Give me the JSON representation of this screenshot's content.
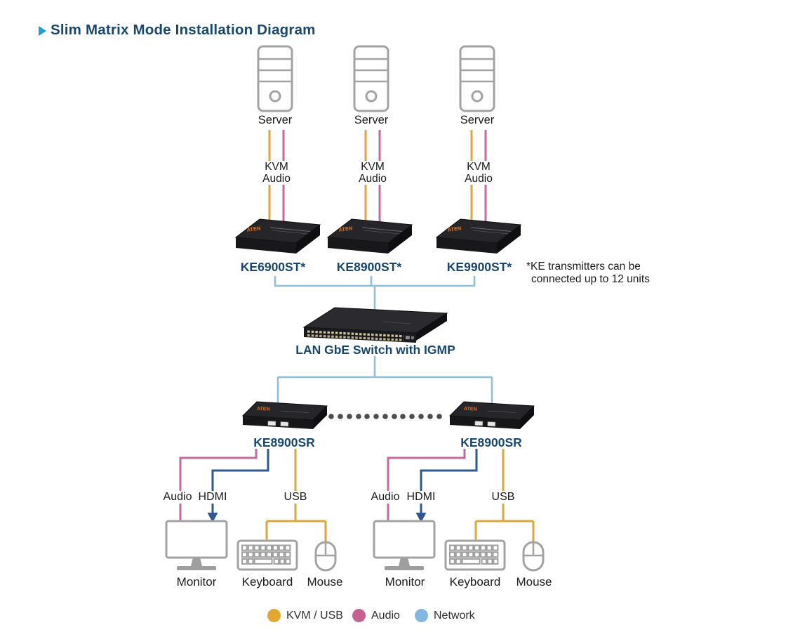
{
  "title": "Slim Matrix Mode Installation Diagram",
  "colors": {
    "kvm": "#DBA63C",
    "audio": "#C4699B",
    "network": "#8FBEDD",
    "hdmi": "#30588E",
    "navy": "#17476F",
    "bullet": "#1E9CD6",
    "legend_kvm": "#E1A72F",
    "legend_audio": "#C5618F",
    "legend_network": "#82B7DF",
    "device_outline": "#A3A3A3",
    "text": "#1A1A1A"
  },
  "servers": [
    {
      "label": "Server"
    },
    {
      "label": "Server"
    },
    {
      "label": "Server"
    }
  ],
  "cable_labels": {
    "kvm": "KVM",
    "audio": "Audio",
    "hdmi": "HDMI",
    "usb": "USB"
  },
  "transmitters": [
    {
      "model": "KE6900ST*"
    },
    {
      "model": "KE8900ST*"
    },
    {
      "model": "KE9900ST*"
    }
  ],
  "note": {
    "line1": "*KE transmitters can be",
    "line2": "connected up to 12 units"
  },
  "switch": {
    "label": "LAN GbE Switch with IGMP"
  },
  "receivers": [
    {
      "model": "KE8900SR"
    },
    {
      "model": "KE8900SR"
    }
  ],
  "peripherals": {
    "monitor": "Monitor",
    "keyboard": "Keyboard",
    "mouse": "Mouse"
  },
  "legend": [
    {
      "label": "KVM / USB"
    },
    {
      "label": "Audio"
    },
    {
      "label": "Network"
    }
  ]
}
